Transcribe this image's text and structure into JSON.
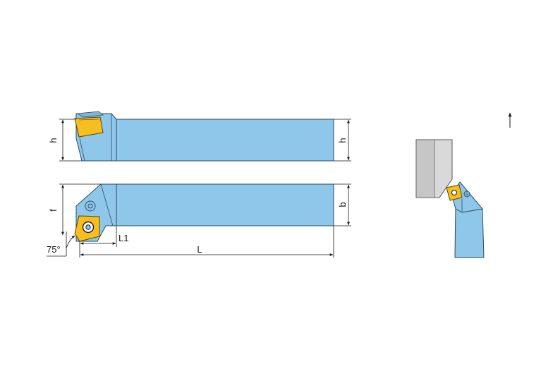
{
  "drawing": {
    "labels": {
      "h_left": "h",
      "h_right": "h",
      "f": "f",
      "b": "b",
      "L1": "L1",
      "L": "L",
      "angle": "75°"
    },
    "colors": {
      "body": "#8ec7ea",
      "body_stroke": "#2d4b63",
      "insert": "#f7be1f",
      "workpiece": "#d9d9d9",
      "line": "#1a1a1a"
    },
    "icons": {
      "direction": "arrow-up-icon",
      "clamp_screw": "screw-icon"
    }
  }
}
